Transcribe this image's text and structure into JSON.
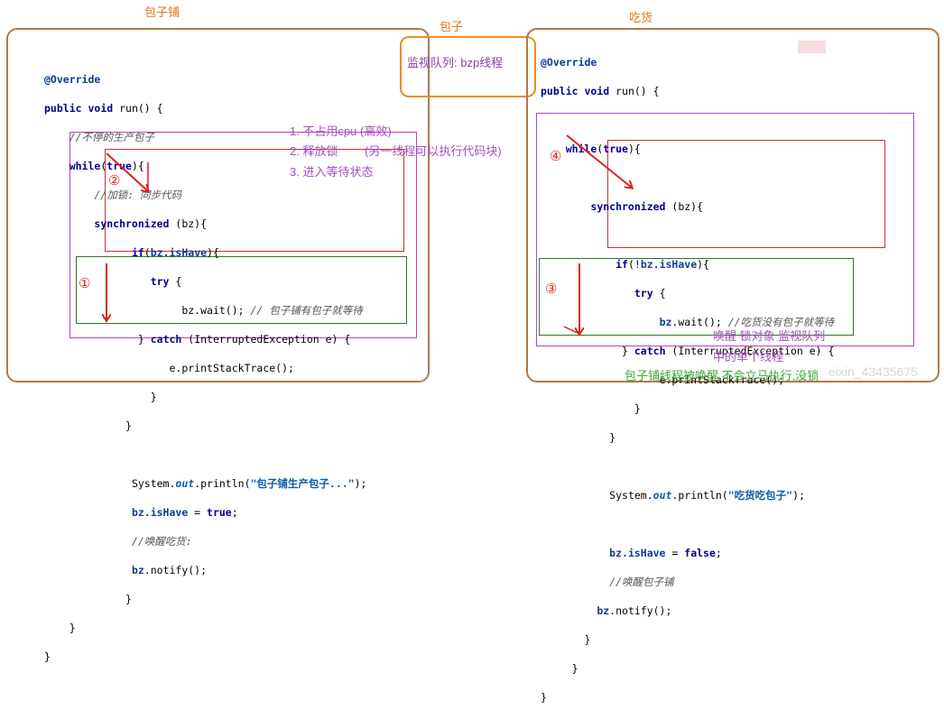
{
  "titles": {
    "left": "包子铺",
    "middle": "包子",
    "right": "吃货"
  },
  "monitor_text": "监视队列: bzp线程",
  "notes": {
    "n1": "1. 不占用cpu (高效)",
    "n2": "2. 释放锁",
    "n2b": "(另一线程可以执行代码块)",
    "n3": "3. 进入等待状态",
    "right_a": "唤醒 锁对象 监视队列",
    "right_b": "中的单个线程",
    "bottom": "包子铺线程被唤醒,不会立马执行,没锁",
    "watermark": "eixin_43435675"
  },
  "markers": {
    "m1": "①",
    "m2": "②",
    "m3": "③",
    "m4": "④"
  },
  "left_code": {
    "l1": "@Override",
    "l2_kw1": "public",
    "l2_kw2": "void",
    "l2_rest": " run() {",
    "l3": "//不停的生产包子",
    "l4_kw": "while",
    "l4_open": "(",
    "l4_true": "true",
    "l4_close": "){",
    "l5": "//加锁: 同步代码",
    "l6_kw": "synchronized",
    "l6_rest": " (bz){",
    "l7_kw": "if",
    "l7_open": "(",
    "l7_fld": "bz.isHave",
    "l7_close": "){",
    "l8_kw": "try",
    "l8_rest": " {",
    "l9_code": "bz.wait(); ",
    "l9_cmt": "// 包子铺有包子就等待",
    "l10_a": "} ",
    "l10_kw": "catch",
    "l10_rest": " (InterruptedException e) {",
    "l11": "e.printStackTrace();",
    "l12": "}",
    "l13": "}",
    "l14_a": "System.",
    "l14_out": "out",
    "l14_b": ".println(",
    "l14_str": "\"包子铺生产包子...\"",
    "l14_c": ");",
    "l15_fld": "bz.isHave",
    "l15_eq": " = ",
    "l15_kw": "true",
    "l15_end": ";",
    "l16": "//唤醒吃货:",
    "l17_fld": "bz",
    "l17_rest": ".notify();",
    "l18": "}",
    "l19": "}",
    "l20": "}"
  },
  "right_code": {
    "l1": "@Override",
    "l2_kw1": "public",
    "l2_kw2": "void",
    "l2_rest": " run() {",
    "l3_kw": "while",
    "l3_open": "(",
    "l3_true": "true",
    "l3_close": "){",
    "l4_kw": "synchronized",
    "l4_rest": " (bz){",
    "l5_kw": "if",
    "l5_open": "(!",
    "l5_fld": "bz.isHave",
    "l5_close": "){",
    "l6_kw": "try",
    "l6_rest": " {",
    "l7_fld": "bz",
    "l7_code": ".wait(); ",
    "l7_cmt": "//吃货没有包子就等待",
    "l8_a": "} ",
    "l8_kw": "catch",
    "l8_rest": " (InterruptedException e) {",
    "l9": "e.printStackTrace();",
    "l10": "}",
    "l11": "}",
    "l12_a": "System.",
    "l12_out": "out",
    "l12_b": ".println(",
    "l12_str": "\"吃货吃包子\"",
    "l12_c": ");",
    "l13_fld": "bz.isHave",
    "l13_eq": " = ",
    "l13_kw": "false",
    "l13_end": ";",
    "l14": "//唤醒包子铺",
    "l15_fld": "bz",
    "l15_rest": ".notify();",
    "l16": "}",
    "l17": "}",
    "l18": "}"
  }
}
